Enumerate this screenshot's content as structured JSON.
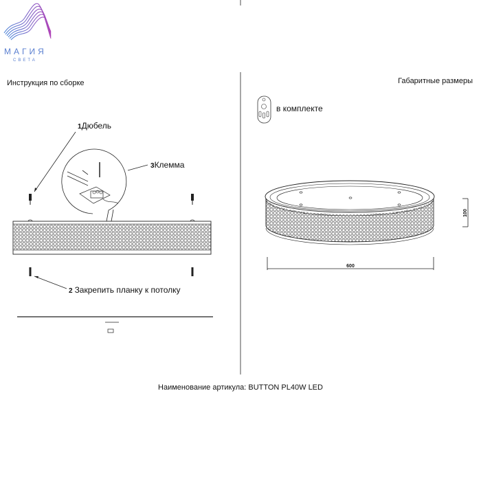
{
  "brand": {
    "name": "МАГИЯ",
    "subtitle": "СВЕТА",
    "gradient_start": "#4f86d9",
    "gradient_end": "#b044b8"
  },
  "left_panel": {
    "title": "Инструкция по сборке",
    "step1": {
      "num": "1",
      "label": "Дюбель"
    },
    "step2": {
      "num": "2",
      "label": "Закрепить планку к потолку"
    },
    "step3": {
      "num": "3",
      "label": "Клемма"
    }
  },
  "right_panel": {
    "title": "Габаритные размеры",
    "remote_label": "в комплекте",
    "remote_icon": "remote-control-icon",
    "width_dim": "600",
    "height_dim": "100"
  },
  "footer": {
    "article": "Наименование артикула: BUTTON PL40W LED"
  }
}
